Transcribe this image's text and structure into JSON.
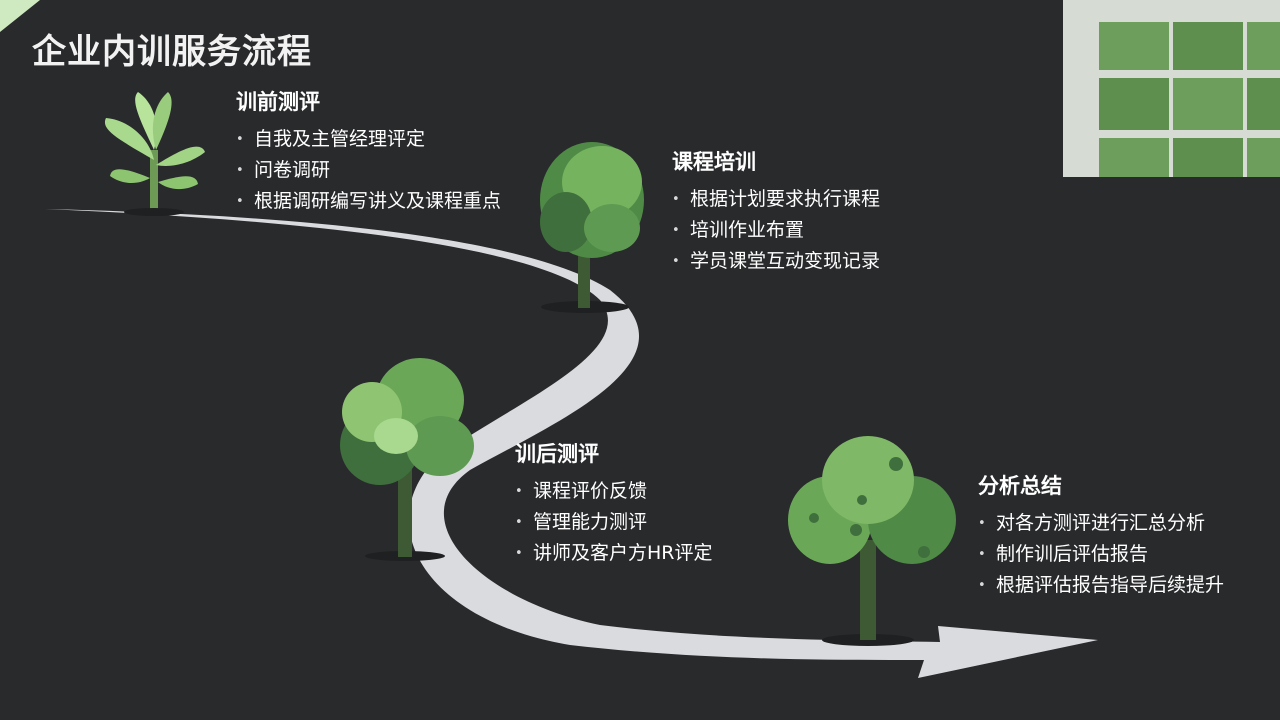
{
  "title": "企业内训服务流程",
  "colors": {
    "background": "#282a2c",
    "road": "#d9dbde",
    "leaf_light": "#8fc472",
    "leaf_mid": "#5f9a52",
    "leaf_dark": "#3f6f3c",
    "trunk": "#3d5a35",
    "text": "#ffffff"
  },
  "stages": [
    {
      "heading": "训前测评",
      "icon": "sprout-icon",
      "items": [
        "自我及主管经理评定",
        "问卷调研",
        "根据调研编写讲义及课程重点"
      ]
    },
    {
      "heading": "课程培训",
      "icon": "small-tree-icon",
      "items": [
        "根据计划要求执行课程",
        "培训作业布置",
        "学员课堂互动变现记录"
      ]
    },
    {
      "heading": "训后测评",
      "icon": "medium-tree-icon",
      "items": [
        "课程评价反馈",
        "管理能力测评",
        "讲师及客户方HR评定"
      ]
    },
    {
      "heading": "分析总结",
      "icon": "large-tree-icon",
      "items": [
        "对各方测评进行汇总分析",
        "制作训后评估报告",
        "根据评估报告指导后续提升"
      ]
    }
  ],
  "photo": {
    "icon": "bookshelf-photo"
  }
}
